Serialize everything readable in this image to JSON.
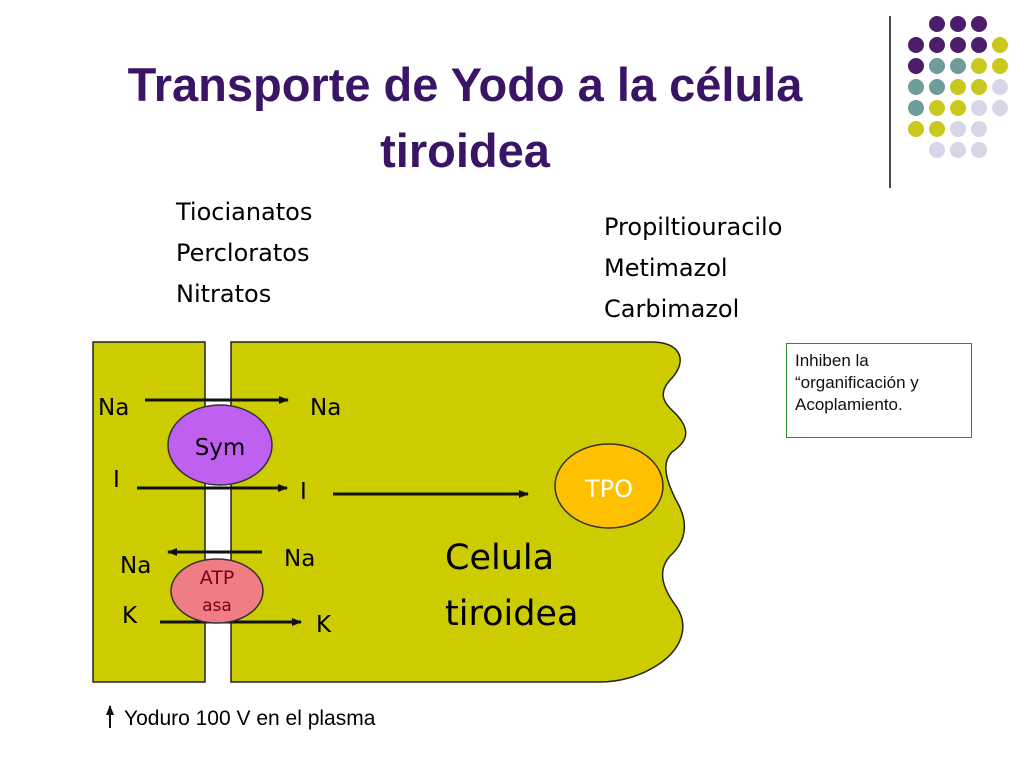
{
  "title": {
    "line1": "Transporte de Yodo a la célula",
    "line2": "tiroidea"
  },
  "inhibitors_left": [
    "Tiocianatos",
    "Percloratos",
    "Nitratos"
  ],
  "inhibitors_right": [
    "Propiltiouracilo",
    "Metimazol",
    "Carbimazol"
  ],
  "note": {
    "line1": "Inhiben la",
    "line2": "“organificación y",
    "line3": "Acoplamiento."
  },
  "labels": {
    "na_top_left": "Na",
    "na_top_right": "Na",
    "i_left": "I",
    "i_right": "I",
    "na_bottom_left": "Na",
    "na_bottom_right": "Na",
    "k_left": "K",
    "k_right": "K"
  },
  "symporter": "Sym",
  "atpase": {
    "line1": "ATP",
    "line2": "asa"
  },
  "tpo": "TPO",
  "cell": {
    "line1": "Celula",
    "line2": "tiroidea"
  },
  "footnote": "Yoduro 100 V en el plasma",
  "colors": {
    "title": "#3a1566",
    "cell_fill": "#cccc00",
    "symporter_fill": "#c060f0",
    "atpase_fill": "#f07c84",
    "tpo_fill": "#ffc000",
    "dot_purple": "#4b1d6b",
    "dot_teal": "#6e9c9a",
    "dot_yellow": "#c8c81e",
    "dot_lavender": "#d6d6e6"
  }
}
